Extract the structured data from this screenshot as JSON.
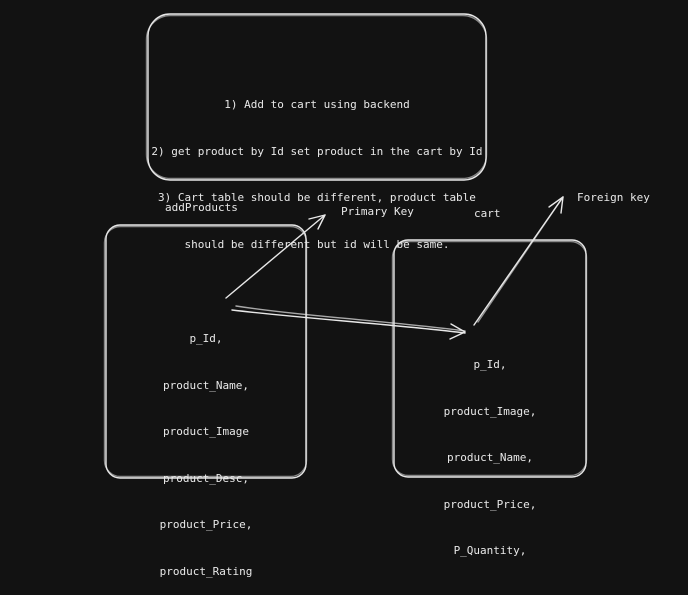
{
  "colors": {
    "background": "#121212",
    "stroke": "#e8e8e8"
  },
  "note": {
    "lines": [
      "1) Add to cart using backend",
      "2) get product by Id set product in the cart by Id",
      "3) Cart table should be different, product table",
      "should be different but id will be same."
    ]
  },
  "add_products": {
    "title": "addProducts",
    "fields": [
      "p_Id,",
      "product_Name,",
      "product_Image",
      "product_Desc,",
      "product_Price,",
      "product_Rating"
    ]
  },
  "cart": {
    "title": "cart",
    "fields": [
      "p_Id,",
      "product_Image,",
      "product_Name,",
      "product_Price,",
      "P_Quantity,"
    ]
  },
  "annotations": {
    "primary_key": "Primary Key",
    "foreign_key": "Foreign key"
  }
}
